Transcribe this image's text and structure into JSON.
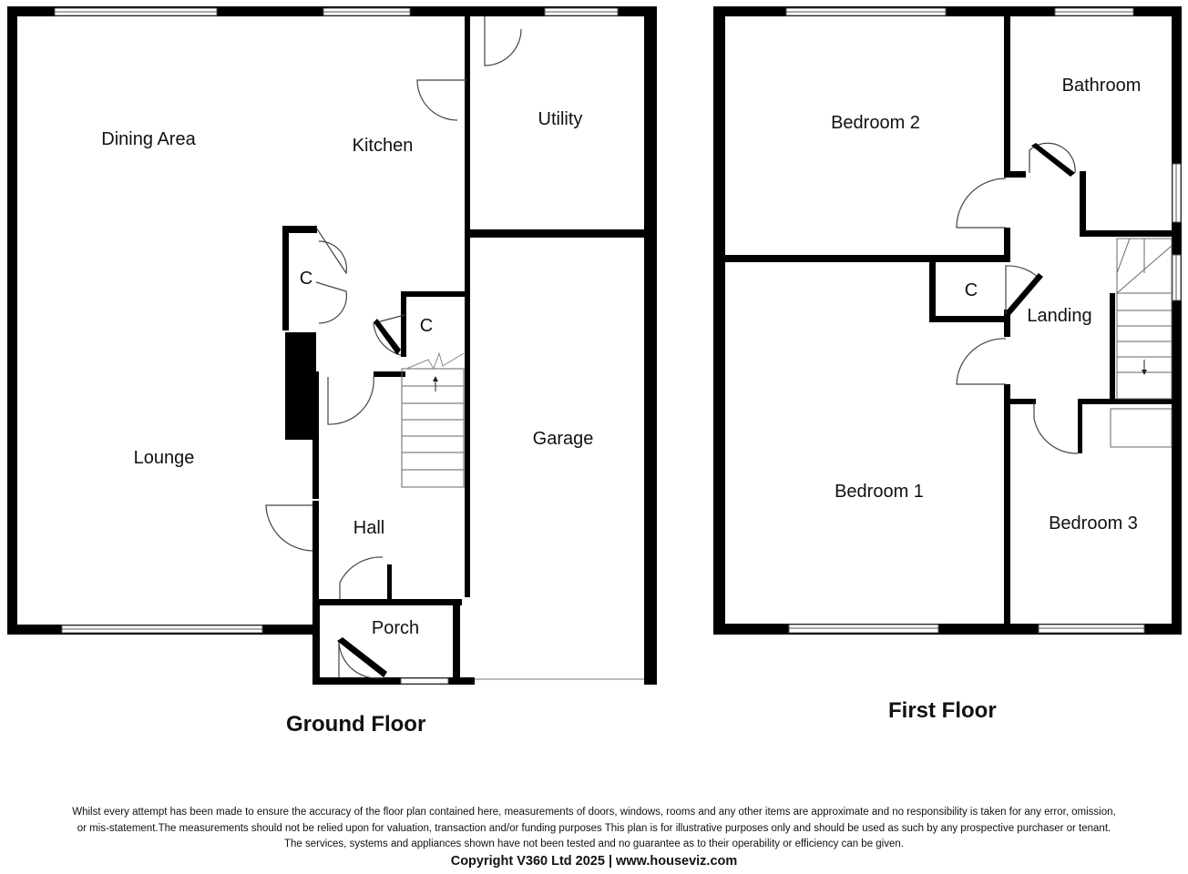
{
  "ground_floor": {
    "title": "Ground Floor",
    "rooms": {
      "dining_area": "Dining Area",
      "kitchen": "Kitchen",
      "utility": "Utility",
      "cupboard_1": "C",
      "cupboard_2": "C",
      "lounge": "Lounge",
      "garage": "Garage",
      "hall": "Hall",
      "porch": "Porch"
    }
  },
  "first_floor": {
    "title": "First Floor",
    "rooms": {
      "bedroom_2": "Bedroom 2",
      "bathroom": "Bathroom",
      "cupboard": "C",
      "landing": "Landing",
      "bedroom_1": "Bedroom 1",
      "bedroom_3": "Bedroom 3"
    }
  },
  "footer": {
    "disclaimer_line1": "Whilst every attempt has been made to ensure the accuracy of the floor plan contained here, measurements of doors, windows, rooms and any other items are approximate and no responsibility is taken for any error, omission,",
    "disclaimer_line2": "or mis-statement.The measurements should not be relied upon for valuation, transaction and/or funding purposes This plan is for illustrative purposes only and should be used as such by any prospective purchaser or tenant.",
    "disclaimer_line3": "The services, systems and appliances shown have not been tested and no guarantee as to their operability or efficiency can be given.",
    "copyright": "Copyright V360 Ltd 2025 | www.houseviz.com"
  },
  "colors": {
    "wall": "#000000",
    "line": "#555555",
    "background": "#ffffff"
  }
}
